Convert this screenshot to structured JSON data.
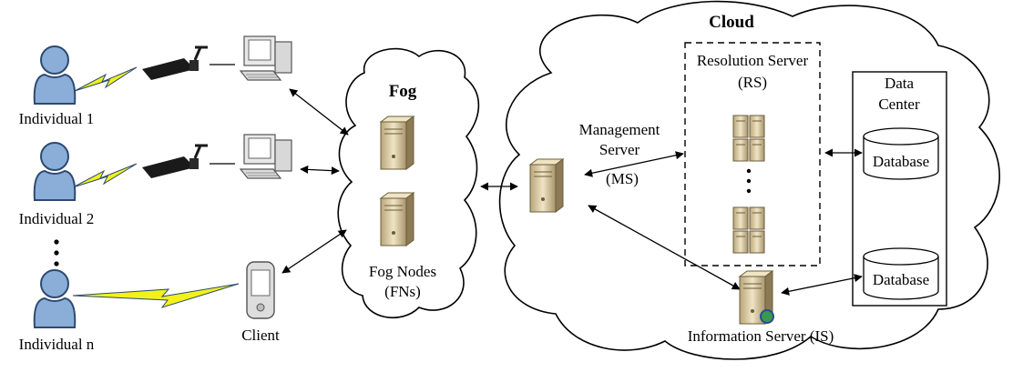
{
  "labels": {
    "cloud_title": "Cloud",
    "fog_title": "Fog",
    "individual_1": "Individual 1",
    "individual_2": "Individual 2",
    "individual_n": "Individual n",
    "client": "Client",
    "fog_nodes_line1": "Fog Nodes",
    "fog_nodes_line2": "(FNs)",
    "resolution_server_line1": "Resolution Server",
    "resolution_server_line2": "(RS)",
    "management_server_line1": "Management",
    "management_server_line2": "Server",
    "management_server_line3": "(MS)",
    "data_center_line1": "Data",
    "data_center_line2": "Center",
    "database_1": "Database",
    "database_2": "Database",
    "information_server": "Information Server (IS)"
  },
  "icons": {
    "person": "person-icon",
    "camera": "camera-icon",
    "computer": "computer-icon",
    "pda": "pda-icon",
    "server": "server-icon",
    "database": "database-icon"
  },
  "colors": {
    "person_fill": "#8aaed8",
    "person_stroke": "#2e4a70",
    "lightning": "#f2f21a",
    "camera": "#1a1a1a",
    "server_fill": "#d8c9a2",
    "server_dark": "#8c7a55",
    "computer_fill": "#e8e8e8"
  }
}
